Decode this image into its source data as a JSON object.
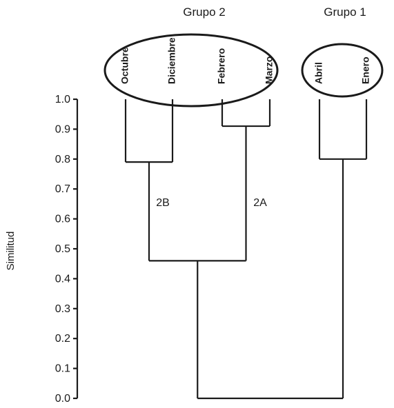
{
  "chart_data": {
    "type": "dendrogram",
    "ylabel": "Similitud",
    "ylim": [
      0,
      1
    ],
    "yticks": [
      "0.0",
      "0.1",
      "0.2",
      "0.3",
      "0.4",
      "0.5",
      "0.6",
      "0.7",
      "0.8",
      "0.9",
      "1.0"
    ],
    "leaves": [
      "Octubre",
      "Diciembre",
      "Febrero",
      "Marzo",
      "Abril",
      "Enero"
    ],
    "merges": [
      {
        "left": "Febrero",
        "right": "Marzo",
        "similarity": 0.91,
        "label": ""
      },
      {
        "left": "Octubre",
        "right": "Diciembre",
        "similarity": 0.79,
        "label": ""
      },
      {
        "left": "Abril",
        "right": "Enero",
        "similarity": 0.8,
        "label": ""
      },
      {
        "left": "Octubre+Diciembre",
        "right": "Febrero+Marzo",
        "similarity": 0.46,
        "label": ""
      },
      {
        "left": "Grupo 2",
        "right": "Grupo 1",
        "similarity": 0.0,
        "label": ""
      }
    ],
    "subgroup_labels": [
      "2B",
      "2A"
    ],
    "groups": [
      {
        "name": "Grupo 2",
        "leaves": [
          "Octubre",
          "Diciembre",
          "Febrero",
          "Marzo"
        ]
      },
      {
        "name": "Grupo 1",
        "leaves": [
          "Abril",
          "Enero"
        ]
      }
    ]
  }
}
